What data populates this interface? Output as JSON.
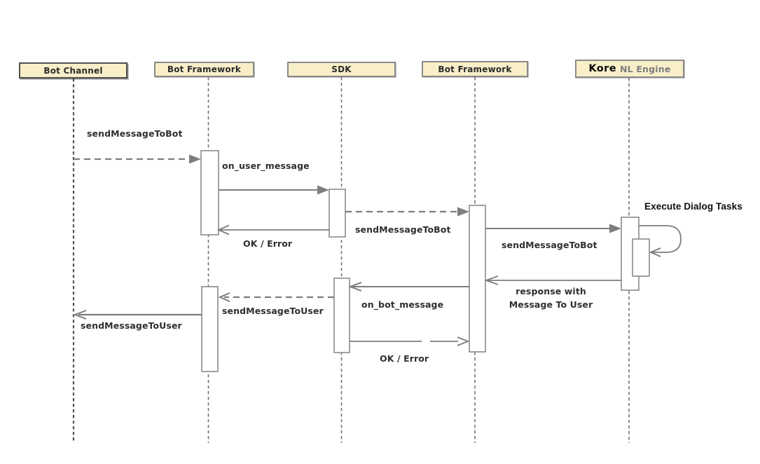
{
  "diagram": {
    "kind": "uml-sequence-diagram",
    "actors": [
      {
        "id": "bot-channel",
        "label": "Bot Channel"
      },
      {
        "id": "bot-framework-1",
        "label": "Bot Framework"
      },
      {
        "id": "sdk",
        "label": "SDK"
      },
      {
        "id": "bot-framework-2",
        "label": "Bot Framework"
      },
      {
        "id": "kore-nl-engine",
        "brand": "Kore",
        "label": "NL Engine"
      }
    ],
    "messages": [
      {
        "label": "sendMessageToBot",
        "from": "Bot Channel",
        "to": "Bot Framework (left)",
        "line": "dashed",
        "head": "filled"
      },
      {
        "label": "on_user_message",
        "from": "Bot Framework (left)",
        "to": "SDK",
        "line": "solid",
        "head": "filled"
      },
      {
        "label": "sendMessageToBot",
        "from": "SDK",
        "to": "Bot Framework (right)",
        "line": "dashed",
        "head": "filled"
      },
      {
        "label": "OK / Error",
        "from": "SDK",
        "to": "Bot Framework (left)",
        "line": "solid",
        "head": "open"
      },
      {
        "label": "sendMessageToBot",
        "from": "Bot Framework (right)",
        "to": "Kore NL Engine",
        "line": "solid",
        "head": "filled"
      },
      {
        "label": "Execute Dialog Tasks",
        "from": "Kore NL Engine",
        "to": "Kore NL Engine (self)",
        "line": "solid",
        "head": "open"
      },
      {
        "label_line1": "response with",
        "label_line2": "Message To User",
        "from": "Kore NL Engine",
        "to": "Bot Framework (right)",
        "line": "solid",
        "head": "open"
      },
      {
        "label": "on_bot_message",
        "from": "Bot Framework (right)",
        "to": "SDK",
        "line": "solid",
        "head": "open"
      },
      {
        "label": "sendMessageToUser",
        "from": "SDK",
        "to": "Bot Framework (left)",
        "line": "dashed",
        "head": "open"
      },
      {
        "label": "sendMessageToUser",
        "from": "Bot Framework (left)",
        "to": "Bot Channel",
        "line": "solid",
        "head": "open"
      },
      {
        "label": "OK / Error",
        "from": "SDK",
        "to": "Bot Framework (right)",
        "line": "solid",
        "head": "open"
      }
    ],
    "colors": {
      "actor_fill": "#F8EFC9",
      "actor_border": "#8a8a8a",
      "actor_border_heavy": "#4f4f4f",
      "wire": "#7d7d7d",
      "label_text": "#2f2f2f",
      "annotation_text": "#0d0d0d",
      "background": "#ffffff"
    }
  }
}
